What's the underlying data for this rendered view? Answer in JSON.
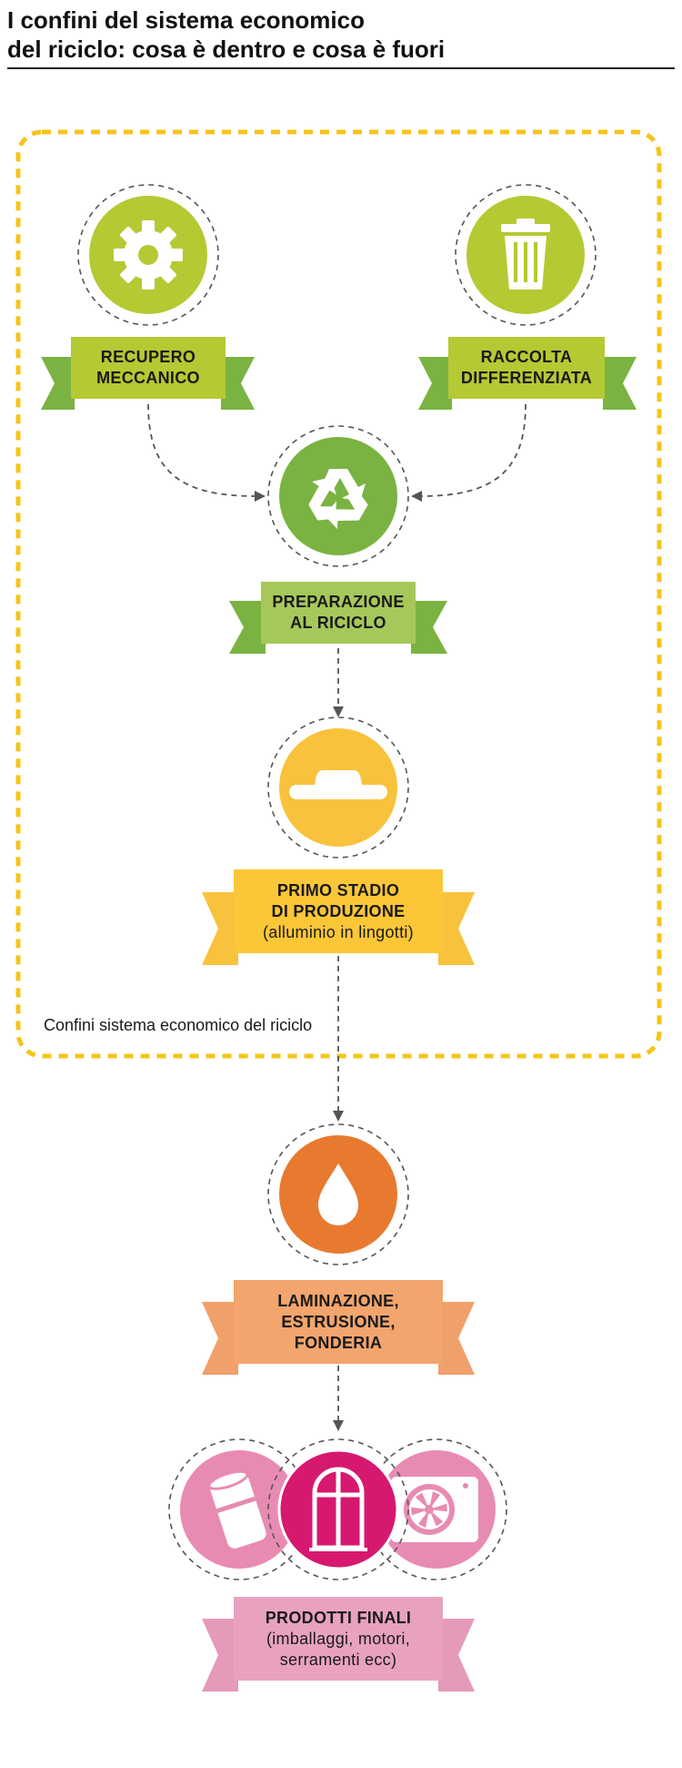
{
  "title": {
    "line1": "I confini del sistema economico",
    "line2": "del riciclo: cosa è dentro e cosa è fuori"
  },
  "boundary_label": "Confini sistema economico del riciclo",
  "nodes": [
    {
      "id": "recupero",
      "icon": "gear-icon",
      "color": "#b5c933",
      "label": [
        "RECUPERO",
        "MECCANICO"
      ]
    },
    {
      "id": "raccolta",
      "icon": "trash-bin-icon",
      "color": "#b5c933",
      "label": [
        "RACCOLTA",
        "DIFFERENZIATA"
      ]
    },
    {
      "id": "preparazione",
      "icon": "recycle-icon",
      "color": "#7ab342",
      "label": [
        "PREPARAZIONE",
        "AL RICICLO"
      ]
    },
    {
      "id": "primo-stadio",
      "icon": "ingot-icon",
      "color": "#f9c23c",
      "label": [
        "PRIMO STADIO",
        "DI PRODUZIONE",
        "(alluminio in lingotti)"
      ]
    },
    {
      "id": "laminazione",
      "icon": "drop-icon",
      "color": "#e87a30",
      "label": [
        "LAMINAZIONE,",
        "ESTRUSIONE,",
        "FONDERIA"
      ]
    },
    {
      "id": "prodotti",
      "icon": "window-icon",
      "color": "#d6186f",
      "label": [
        "PRODOTTI FINALI",
        "(imballaggi, motori,",
        "serramenti ecc)"
      ]
    }
  ],
  "product_icons": [
    "can-icon",
    "window-icon",
    "fan-unit-icon"
  ],
  "colors": {
    "boundary": "#f5c518",
    "green_light": "#b5c933",
    "green_dark": "#7ab342",
    "yellow": "#f9c23c",
    "orange": "#e87a30",
    "pink_light": "#e88bb3",
    "magenta": "#d6186f"
  }
}
